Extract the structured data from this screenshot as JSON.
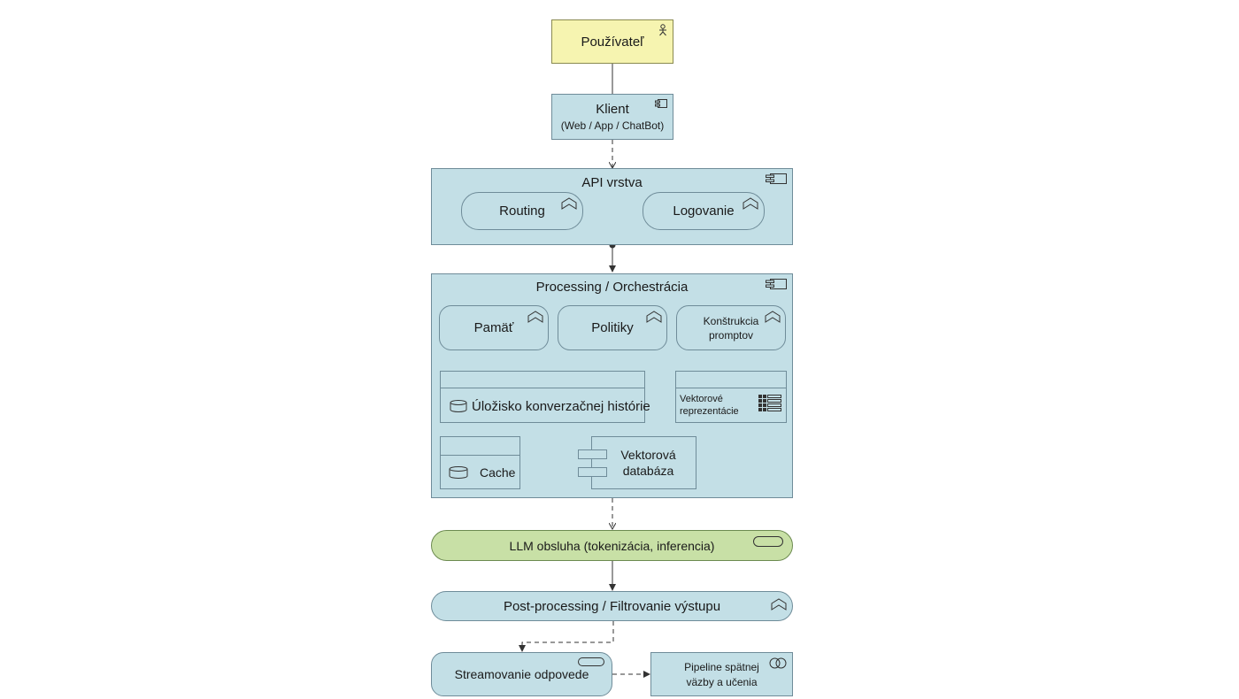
{
  "user": {
    "label": "Používateľ",
    "icon": "actor-icon"
  },
  "client": {
    "title": "Klient",
    "subtitle": "(Web / App / ChatBot)",
    "icon": "component-icon"
  },
  "api": {
    "title": "API vrstva",
    "icon": "component-icon",
    "services": [
      "Routing",
      "Logovanie"
    ]
  },
  "processing": {
    "title": "Processing / Orchestrácia",
    "icon": "component-icon",
    "memory": "Pamäť",
    "policies": "Politiky",
    "prompt_line1": "Konštrukcia",
    "prompt_line2": "promptov",
    "history_store": "Úložisko konverzačnej histórie",
    "vectors_line1": "Vektorové",
    "vectors_line2": "reprezentácie",
    "cache": "Cache",
    "vectordb_line1": "Vektorová",
    "vectordb_line2": "databáza"
  },
  "llm": {
    "label": "LLM obsluha (tokenizácia, inferencia)",
    "icon": "node-icon"
  },
  "postprocessing": {
    "label": "Post-processing / Filtrovanie výstupu",
    "icon": "service-icon"
  },
  "streaming": {
    "label": "Streamovanie odpovede",
    "icon": "node-icon"
  },
  "feedback": {
    "line1": "Pipeline spätnej",
    "line2": "väzby a učenia",
    "icon": "collaboration-icon"
  },
  "colors": {
    "application": "#c3dfe6",
    "actor": "#f6f4b0",
    "technology": "#c8e0a6",
    "stroke": "#333333"
  }
}
